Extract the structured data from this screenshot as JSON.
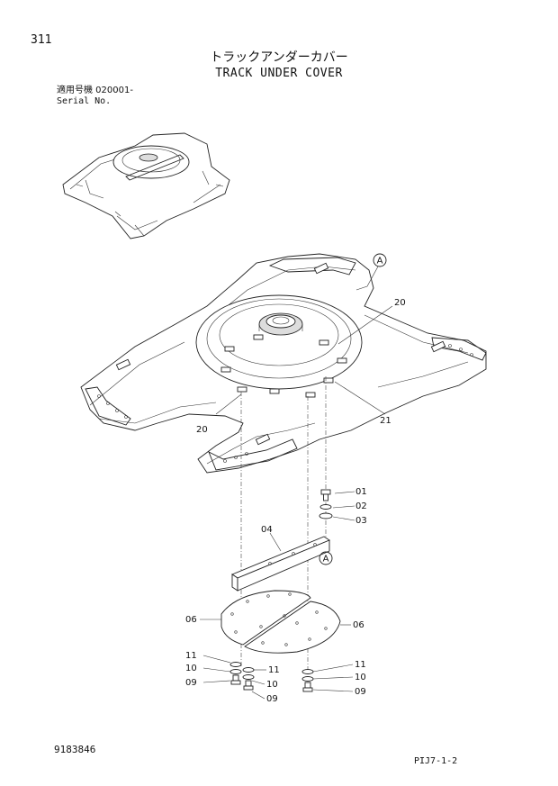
{
  "header": {
    "page_number": "311",
    "title_jp": "トラックアンダーカバー",
    "title_en": "TRACK UNDER COVER",
    "serial_label_jp": "適用号機  020001-",
    "serial_label_en": "Serial No."
  },
  "callouts": {
    "ref_a_top": "A",
    "ref_a_lower": "A",
    "p20_upper": "20",
    "p20_lower": "20",
    "p21": "21",
    "p01": "01",
    "p02": "02",
    "p03": "03",
    "p04": "04",
    "p06_left": "06",
    "p06_right": "06",
    "p11_left": "11",
    "p10_left": "10",
    "p09_left": "09",
    "p11_mid": "11",
    "p10_mid": "10",
    "p09_mid": "09",
    "p11_right": "11",
    "p10_right": "10",
    "p09_right": "09"
  },
  "footer": {
    "document_number": "9183846",
    "page_reference": "PIJ7-1-2"
  }
}
